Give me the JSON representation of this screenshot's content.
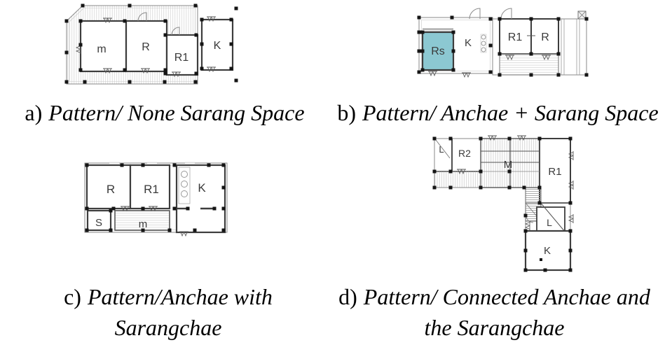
{
  "figure": {
    "background": "#ffffff",
    "colors": {
      "sarang_room_fill": "#8cc8d2",
      "wall": "#3d3d3d",
      "outline": "#8a8a8a",
      "hatch": "#c9c9c9",
      "column": "#151515",
      "maru_label": "#94622c",
      "lower_label": "#3c4a63",
      "room_label": "#3a3a3a"
    },
    "panels": [
      {
        "prefix": "a)",
        "caption_line1": "Pattern/ None Sarang Space",
        "caption_line2": "",
        "rooms": [
          {
            "label": "m"
          },
          {
            "label": "R"
          },
          {
            "label": "R1"
          },
          {
            "label": "K"
          }
        ]
      },
      {
        "prefix": "b)",
        "caption_line1": "Pattern/ Anchae + Sarang Space",
        "caption_line2": "",
        "rooms": [
          {
            "label": "Rs"
          },
          {
            "label": "K"
          },
          {
            "label": "R1"
          },
          {
            "label": "R"
          }
        ]
      },
      {
        "prefix": "c)",
        "caption_line1": "Pattern/Anchae with",
        "caption_line2": "Sarangchae",
        "rooms": [
          {
            "label": "R"
          },
          {
            "label": "R1"
          },
          {
            "label": "K"
          },
          {
            "label": "S"
          },
          {
            "label": "m"
          }
        ]
      },
      {
        "prefix": "d)",
        "caption_line1": "Pattern/ Connected Anchae and",
        "caption_line2": "the Sarangchae",
        "rooms": [
          {
            "label": "L"
          },
          {
            "label": "R2"
          },
          {
            "label": "M"
          },
          {
            "label": "R1"
          },
          {
            "label": "L"
          },
          {
            "label": "K"
          }
        ]
      }
    ]
  }
}
